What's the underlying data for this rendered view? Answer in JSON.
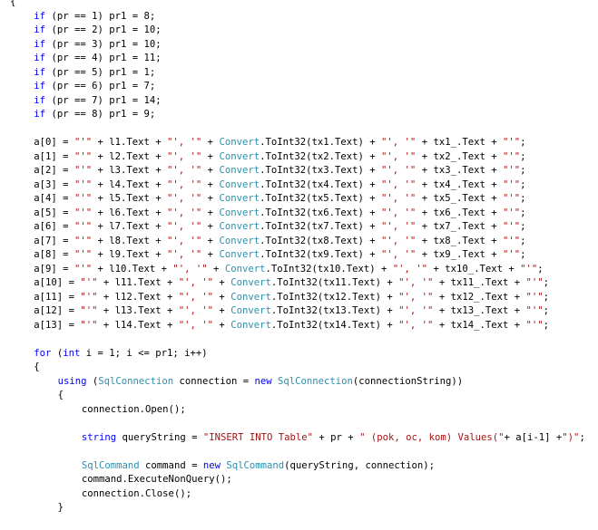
{
  "editor": {
    "colors": {
      "background": "#ffffff",
      "text": "#000000",
      "keyword": "#0000ff",
      "type": "#2b91af",
      "string": "#a31515"
    },
    "lines": [
      {
        "indent": 0,
        "tokens": [
          {
            "t": "{",
            "c": "plain"
          }
        ]
      },
      {
        "indent": 1,
        "tokens": [
          {
            "t": "if",
            "c": "kw"
          },
          {
            "t": " (pr == 1) pr1 = 8;",
            "c": "plain"
          }
        ]
      },
      {
        "indent": 1,
        "tokens": [
          {
            "t": "if",
            "c": "kw"
          },
          {
            "t": " (pr == 2) pr1 = 10;",
            "c": "plain"
          }
        ]
      },
      {
        "indent": 1,
        "tokens": [
          {
            "t": "if",
            "c": "kw"
          },
          {
            "t": " (pr == 3) pr1 = 10;",
            "c": "plain"
          }
        ]
      },
      {
        "indent": 1,
        "tokens": [
          {
            "t": "if",
            "c": "kw"
          },
          {
            "t": " (pr == 4) pr1 = 11;",
            "c": "plain"
          }
        ]
      },
      {
        "indent": 1,
        "tokens": [
          {
            "t": "if",
            "c": "kw"
          },
          {
            "t": " (pr == 5) pr1 = 1;",
            "c": "plain"
          }
        ]
      },
      {
        "indent": 1,
        "tokens": [
          {
            "t": "if",
            "c": "kw"
          },
          {
            "t": " (pr == 6) pr1 = 7;",
            "c": "plain"
          }
        ]
      },
      {
        "indent": 1,
        "tokens": [
          {
            "t": "if",
            "c": "kw"
          },
          {
            "t": " (pr == 7) pr1 = 14;",
            "c": "plain"
          }
        ]
      },
      {
        "indent": 1,
        "tokens": [
          {
            "t": "if",
            "c": "kw"
          },
          {
            "t": " (pr == 8) pr1 = 9;",
            "c": "plain"
          }
        ]
      },
      {
        "indent": 1,
        "tokens": []
      },
      {
        "indent": 1,
        "tokens": [
          {
            "t": "a[0] = ",
            "c": "plain"
          },
          {
            "t": "\"'\"",
            "c": "str"
          },
          {
            "t": " + l1.Text + ",
            "c": "plain"
          },
          {
            "t": "\"', '\"",
            "c": "str"
          },
          {
            "t": " + ",
            "c": "plain"
          },
          {
            "t": "Convert",
            "c": "type"
          },
          {
            "t": ".ToInt32(tx1.Text) + ",
            "c": "plain"
          },
          {
            "t": "\"', '\"",
            "c": "str"
          },
          {
            "t": " + tx1_.Text + ",
            "c": "plain"
          },
          {
            "t": "\"'\"",
            "c": "str"
          },
          {
            "t": ";",
            "c": "plain"
          }
        ]
      },
      {
        "indent": 1,
        "tokens": [
          {
            "t": "a[1] = ",
            "c": "plain"
          },
          {
            "t": "\"'\"",
            "c": "str"
          },
          {
            "t": " + l2.Text + ",
            "c": "plain"
          },
          {
            "t": "\"', '\"",
            "c": "str"
          },
          {
            "t": " + ",
            "c": "plain"
          },
          {
            "t": "Convert",
            "c": "type"
          },
          {
            "t": ".ToInt32(tx2.Text) + ",
            "c": "plain"
          },
          {
            "t": "\"', '\"",
            "c": "str"
          },
          {
            "t": " + tx2_.Text + ",
            "c": "plain"
          },
          {
            "t": "\"'\"",
            "c": "str"
          },
          {
            "t": ";",
            "c": "plain"
          }
        ]
      },
      {
        "indent": 1,
        "tokens": [
          {
            "t": "a[2] = ",
            "c": "plain"
          },
          {
            "t": "\"'\"",
            "c": "str"
          },
          {
            "t": " + l3.Text + ",
            "c": "plain"
          },
          {
            "t": "\"', '\"",
            "c": "str"
          },
          {
            "t": " + ",
            "c": "plain"
          },
          {
            "t": "Convert",
            "c": "type"
          },
          {
            "t": ".ToInt32(tx3.Text) + ",
            "c": "plain"
          },
          {
            "t": "\"', '\"",
            "c": "str"
          },
          {
            "t": " + tx3_.Text + ",
            "c": "plain"
          },
          {
            "t": "\"'\"",
            "c": "str"
          },
          {
            "t": ";",
            "c": "plain"
          }
        ]
      },
      {
        "indent": 1,
        "tokens": [
          {
            "t": "a[3] = ",
            "c": "plain"
          },
          {
            "t": "\"'\"",
            "c": "str"
          },
          {
            "t": " + l4.Text + ",
            "c": "plain"
          },
          {
            "t": "\"', '\"",
            "c": "str"
          },
          {
            "t": " + ",
            "c": "plain"
          },
          {
            "t": "Convert",
            "c": "type"
          },
          {
            "t": ".ToInt32(tx4.Text) + ",
            "c": "plain"
          },
          {
            "t": "\"', '\"",
            "c": "str"
          },
          {
            "t": " + tx4_.Text + ",
            "c": "plain"
          },
          {
            "t": "\"'\"",
            "c": "str"
          },
          {
            "t": ";",
            "c": "plain"
          }
        ]
      },
      {
        "indent": 1,
        "tokens": [
          {
            "t": "a[4] = ",
            "c": "plain"
          },
          {
            "t": "\"'\"",
            "c": "str"
          },
          {
            "t": " + l5.Text + ",
            "c": "plain"
          },
          {
            "t": "\"', '\"",
            "c": "str"
          },
          {
            "t": " + ",
            "c": "plain"
          },
          {
            "t": "Convert",
            "c": "type"
          },
          {
            "t": ".ToInt32(tx5.Text) + ",
            "c": "plain"
          },
          {
            "t": "\"', '\"",
            "c": "str"
          },
          {
            "t": " + tx5_.Text + ",
            "c": "plain"
          },
          {
            "t": "\"'\"",
            "c": "str"
          },
          {
            "t": ";",
            "c": "plain"
          }
        ]
      },
      {
        "indent": 1,
        "tokens": [
          {
            "t": "a[5] = ",
            "c": "plain"
          },
          {
            "t": "\"'\"",
            "c": "str"
          },
          {
            "t": " + l6.Text + ",
            "c": "plain"
          },
          {
            "t": "\"', '\"",
            "c": "str"
          },
          {
            "t": " + ",
            "c": "plain"
          },
          {
            "t": "Convert",
            "c": "type"
          },
          {
            "t": ".ToInt32(tx6.Text) + ",
            "c": "plain"
          },
          {
            "t": "\"', '\"",
            "c": "str"
          },
          {
            "t": " + tx6_.Text + ",
            "c": "plain"
          },
          {
            "t": "\"'\"",
            "c": "str"
          },
          {
            "t": ";",
            "c": "plain"
          }
        ]
      },
      {
        "indent": 1,
        "tokens": [
          {
            "t": "a[6] = ",
            "c": "plain"
          },
          {
            "t": "\"'\"",
            "c": "str"
          },
          {
            "t": " + l7.Text + ",
            "c": "plain"
          },
          {
            "t": "\"', '\"",
            "c": "str"
          },
          {
            "t": " + ",
            "c": "plain"
          },
          {
            "t": "Convert",
            "c": "type"
          },
          {
            "t": ".ToInt32(tx7.Text) + ",
            "c": "plain"
          },
          {
            "t": "\"', '\"",
            "c": "str"
          },
          {
            "t": " + tx7_.Text + ",
            "c": "plain"
          },
          {
            "t": "\"'\"",
            "c": "str"
          },
          {
            "t": ";",
            "c": "plain"
          }
        ]
      },
      {
        "indent": 1,
        "tokens": [
          {
            "t": "a[7] = ",
            "c": "plain"
          },
          {
            "t": "\"'\"",
            "c": "str"
          },
          {
            "t": " + l8.Text + ",
            "c": "plain"
          },
          {
            "t": "\"', '\"",
            "c": "str"
          },
          {
            "t": " + ",
            "c": "plain"
          },
          {
            "t": "Convert",
            "c": "type"
          },
          {
            "t": ".ToInt32(tx8.Text) + ",
            "c": "plain"
          },
          {
            "t": "\"', '\"",
            "c": "str"
          },
          {
            "t": " + tx8_.Text + ",
            "c": "plain"
          },
          {
            "t": "\"'\"",
            "c": "str"
          },
          {
            "t": ";",
            "c": "plain"
          }
        ]
      },
      {
        "indent": 1,
        "tokens": [
          {
            "t": "a[8] = ",
            "c": "plain"
          },
          {
            "t": "\"'\"",
            "c": "str"
          },
          {
            "t": " + l9.Text + ",
            "c": "plain"
          },
          {
            "t": "\"', '\"",
            "c": "str"
          },
          {
            "t": " + ",
            "c": "plain"
          },
          {
            "t": "Convert",
            "c": "type"
          },
          {
            "t": ".ToInt32(tx9.Text) + ",
            "c": "plain"
          },
          {
            "t": "\"', '\"",
            "c": "str"
          },
          {
            "t": " + tx9_.Text + ",
            "c": "plain"
          },
          {
            "t": "\"'\"",
            "c": "str"
          },
          {
            "t": ";",
            "c": "plain"
          }
        ]
      },
      {
        "indent": 1,
        "tokens": [
          {
            "t": "a[9] = ",
            "c": "plain"
          },
          {
            "t": "\"'\"",
            "c": "str"
          },
          {
            "t": " + l10.Text + ",
            "c": "plain"
          },
          {
            "t": "\"', '\"",
            "c": "str"
          },
          {
            "t": " + ",
            "c": "plain"
          },
          {
            "t": "Convert",
            "c": "type"
          },
          {
            "t": ".ToInt32(tx10.Text) + ",
            "c": "plain"
          },
          {
            "t": "\"', '\"",
            "c": "str"
          },
          {
            "t": " + tx10_.Text + ",
            "c": "plain"
          },
          {
            "t": "\"'\"",
            "c": "str"
          },
          {
            "t": ";",
            "c": "plain"
          }
        ]
      },
      {
        "indent": 1,
        "tokens": [
          {
            "t": "a[10] = ",
            "c": "plain"
          },
          {
            "t": "\"'\"",
            "c": "str"
          },
          {
            "t": " + l11.Text + ",
            "c": "plain"
          },
          {
            "t": "\"', '\"",
            "c": "str"
          },
          {
            "t": " + ",
            "c": "plain"
          },
          {
            "t": "Convert",
            "c": "type"
          },
          {
            "t": ".ToInt32(tx11.Text) + ",
            "c": "plain"
          },
          {
            "t": "\"', '\"",
            "c": "str"
          },
          {
            "t": " + tx11_.Text + ",
            "c": "plain"
          },
          {
            "t": "\"'\"",
            "c": "str"
          },
          {
            "t": ";",
            "c": "plain"
          }
        ]
      },
      {
        "indent": 1,
        "tokens": [
          {
            "t": "a[11] = ",
            "c": "plain"
          },
          {
            "t": "\"'\"",
            "c": "str"
          },
          {
            "t": " + l12.Text + ",
            "c": "plain"
          },
          {
            "t": "\"', '\"",
            "c": "str"
          },
          {
            "t": " + ",
            "c": "plain"
          },
          {
            "t": "Convert",
            "c": "type"
          },
          {
            "t": ".ToInt32(tx12.Text) + ",
            "c": "plain"
          },
          {
            "t": "\"', '\"",
            "c": "str"
          },
          {
            "t": " + tx12_.Text + ",
            "c": "plain"
          },
          {
            "t": "\"'\"",
            "c": "str"
          },
          {
            "t": ";",
            "c": "plain"
          }
        ]
      },
      {
        "indent": 1,
        "tokens": [
          {
            "t": "a[12] = ",
            "c": "plain"
          },
          {
            "t": "\"'\"",
            "c": "str"
          },
          {
            "t": " + l13.Text + ",
            "c": "plain"
          },
          {
            "t": "\"', '\"",
            "c": "str"
          },
          {
            "t": " + ",
            "c": "plain"
          },
          {
            "t": "Convert",
            "c": "type"
          },
          {
            "t": ".ToInt32(tx13.Text) + ",
            "c": "plain"
          },
          {
            "t": "\"', '\"",
            "c": "str"
          },
          {
            "t": " + tx13_.Text + ",
            "c": "plain"
          },
          {
            "t": "\"'\"",
            "c": "str"
          },
          {
            "t": ";",
            "c": "plain"
          }
        ]
      },
      {
        "indent": 1,
        "tokens": [
          {
            "t": "a[13] = ",
            "c": "plain"
          },
          {
            "t": "\"'\"",
            "c": "str"
          },
          {
            "t": " + l14.Text + ",
            "c": "plain"
          },
          {
            "t": "\"', '\"",
            "c": "str"
          },
          {
            "t": " + ",
            "c": "plain"
          },
          {
            "t": "Convert",
            "c": "type"
          },
          {
            "t": ".ToInt32(tx14.Text) + ",
            "c": "plain"
          },
          {
            "t": "\"', '\"",
            "c": "str"
          },
          {
            "t": " + tx14_.Text + ",
            "c": "plain"
          },
          {
            "t": "\"'\"",
            "c": "str"
          },
          {
            "t": ";",
            "c": "plain"
          }
        ]
      },
      {
        "indent": 1,
        "tokens": []
      },
      {
        "indent": 1,
        "tokens": [
          {
            "t": "for",
            "c": "kw"
          },
          {
            "t": " (",
            "c": "plain"
          },
          {
            "t": "int",
            "c": "kw"
          },
          {
            "t": " i = 1; i <= pr1; i++)",
            "c": "plain"
          }
        ]
      },
      {
        "indent": 1,
        "tokens": [
          {
            "t": "{",
            "c": "plain"
          }
        ]
      },
      {
        "indent": 2,
        "tokens": [
          {
            "t": "using",
            "c": "kw"
          },
          {
            "t": " (",
            "c": "plain"
          },
          {
            "t": "SqlConnection",
            "c": "type"
          },
          {
            "t": " connection = ",
            "c": "plain"
          },
          {
            "t": "new",
            "c": "kw"
          },
          {
            "t": " ",
            "c": "plain"
          },
          {
            "t": "SqlConnection",
            "c": "type"
          },
          {
            "t": "(connectionString))",
            "c": "plain"
          }
        ]
      },
      {
        "indent": 2,
        "tokens": [
          {
            "t": "{",
            "c": "plain"
          }
        ]
      },
      {
        "indent": 3,
        "tokens": [
          {
            "t": "connection.Open();",
            "c": "plain"
          }
        ]
      },
      {
        "indent": 3,
        "tokens": []
      },
      {
        "indent": 3,
        "tokens": [
          {
            "t": "string",
            "c": "kw"
          },
          {
            "t": " queryString = ",
            "c": "plain"
          },
          {
            "t": "\"INSERT INTO Table\"",
            "c": "str"
          },
          {
            "t": " + pr + ",
            "c": "plain"
          },
          {
            "t": "\" (pok, oc, kom) Values(\"",
            "c": "str"
          },
          {
            "t": "+ a[i-1] +",
            "c": "plain"
          },
          {
            "t": "\")\"",
            "c": "str"
          },
          {
            "t": ";",
            "c": "plain"
          }
        ]
      },
      {
        "indent": 3,
        "tokens": []
      },
      {
        "indent": 3,
        "tokens": [
          {
            "t": "SqlCommand",
            "c": "type"
          },
          {
            "t": " command = ",
            "c": "plain"
          },
          {
            "t": "new",
            "c": "kw"
          },
          {
            "t": " ",
            "c": "plain"
          },
          {
            "t": "SqlCommand",
            "c": "type"
          },
          {
            "t": "(queryString, connection);",
            "c": "plain"
          }
        ]
      },
      {
        "indent": 3,
        "tokens": [
          {
            "t": "command.ExecuteNonQuery();",
            "c": "plain"
          }
        ]
      },
      {
        "indent": 3,
        "tokens": [
          {
            "t": "connection.Close();",
            "c": "plain"
          }
        ]
      },
      {
        "indent": 2,
        "tokens": [
          {
            "t": "}",
            "c": "plain"
          }
        ]
      }
    ]
  }
}
